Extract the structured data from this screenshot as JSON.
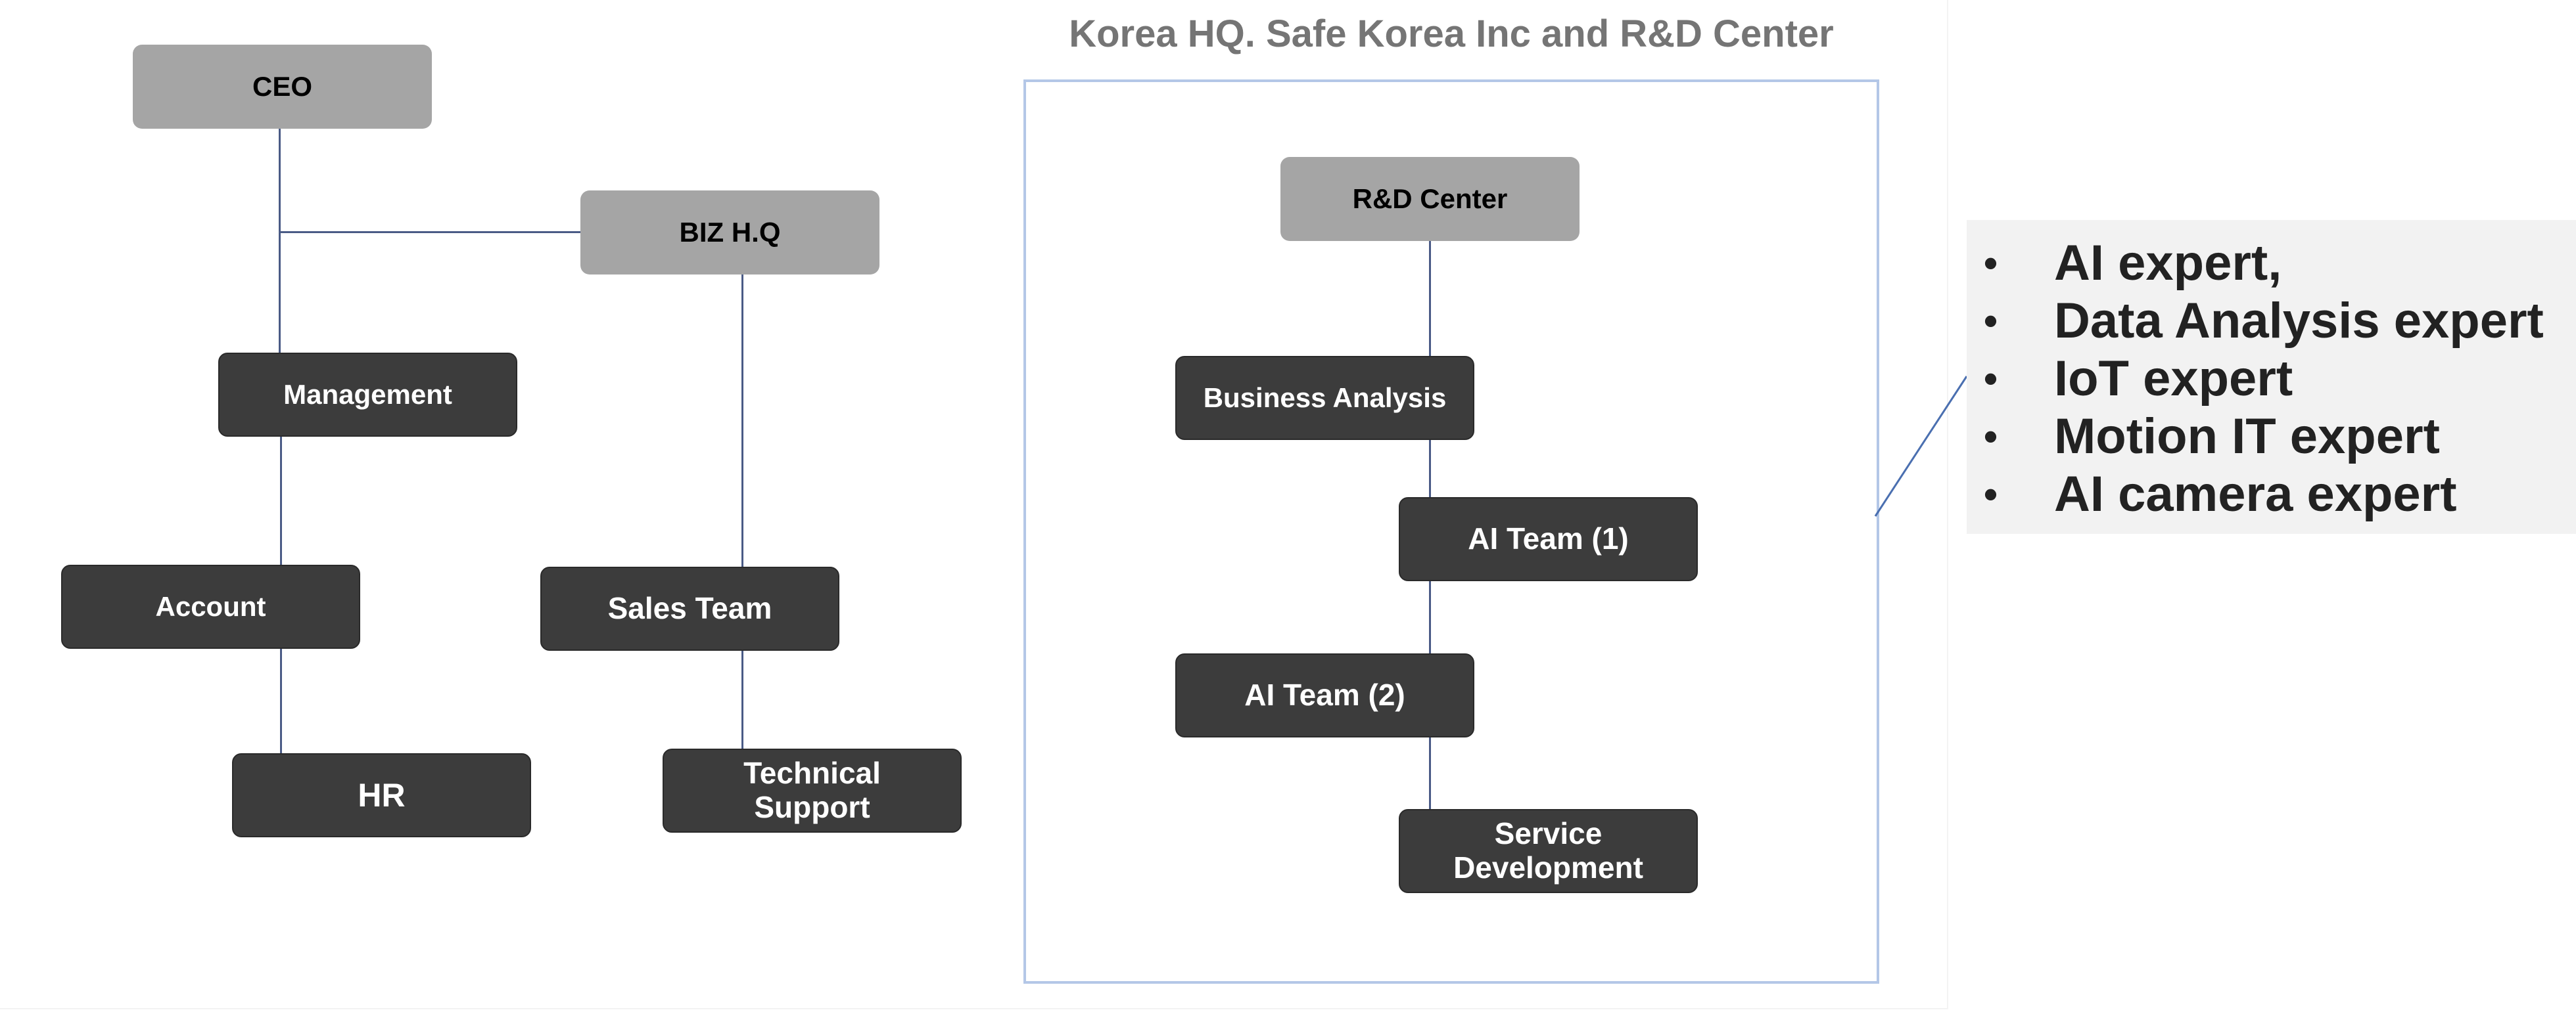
{
  "org_chart": {
    "left": {
      "ceo": "CEO",
      "biz_hq": "BIZ H.Q",
      "management": "Management",
      "account": "Account",
      "hr": "HR",
      "sales_team": "Sales Team",
      "technical_support": "Technical\nSupport"
    },
    "rnd": {
      "section_title": "Korea HQ. Safe Korea Inc and R&D Center",
      "rnd_center": "R&D Center",
      "business_analysis": "Business Analysis",
      "ai_team_1": "AI Team (1)",
      "ai_team_2": "AI Team (2)",
      "service_development": "Service\nDevelopment"
    },
    "experts": {
      "bullet_symbol": "•",
      "items": [
        "AI expert,",
        "Data Analysis expert",
        "IoT expert",
        "Motion IT expert",
        "AI camera expert"
      ]
    }
  },
  "colors": {
    "top_node": "#a5a5a5",
    "team_node": "#3c3c3c",
    "connector": "#4a5b86",
    "frame": "#b4c7e7",
    "expert_panel": "#f2f2f2"
  }
}
